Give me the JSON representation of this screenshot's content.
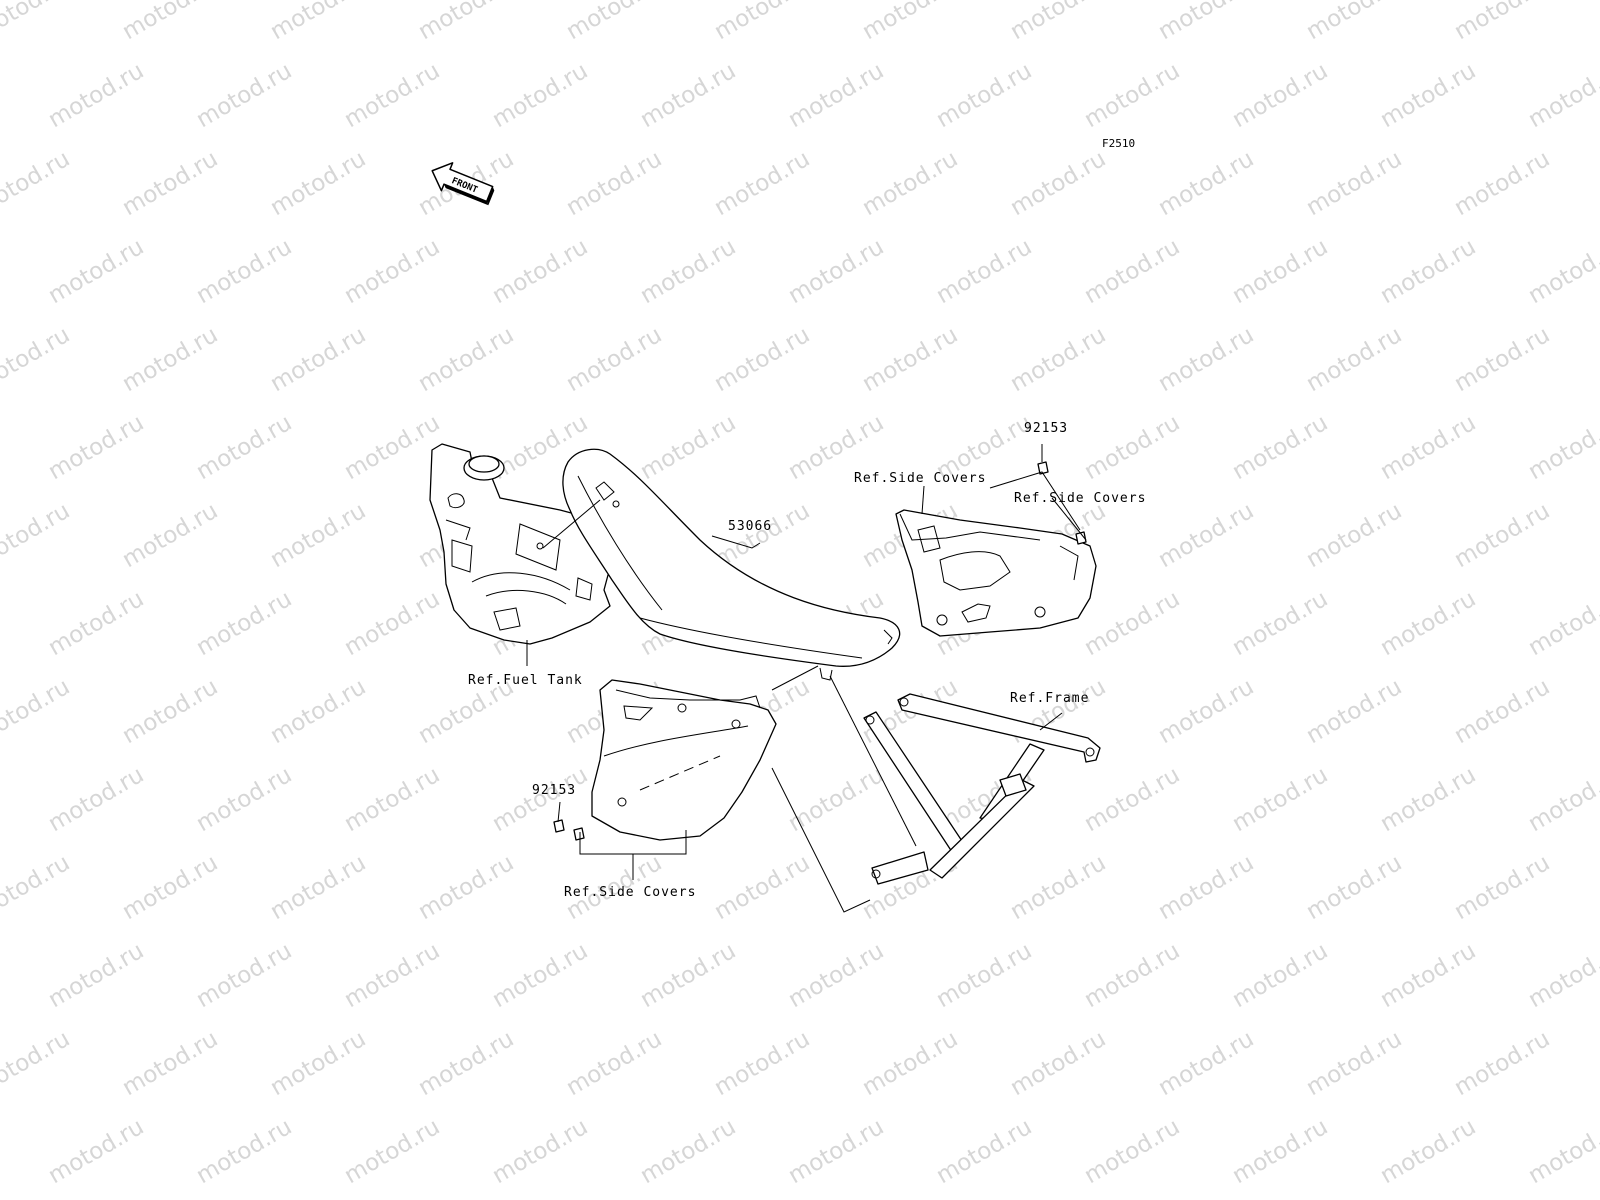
{
  "figure_code": "F2510",
  "orientation_label": "FRONT",
  "watermark": "motod.ru",
  "labels": {
    "seat_part_number": "53066",
    "bolt_part_number_right": "92153",
    "bolt_part_number_left": "92153",
    "ref_side_covers_upper": "Ref.Side Covers",
    "ref_side_covers_right": "Ref.Side Covers",
    "ref_side_covers_lower": "Ref.Side Covers",
    "ref_fuel_tank": "Ref.Fuel Tank",
    "ref_frame": "Ref.Frame"
  }
}
